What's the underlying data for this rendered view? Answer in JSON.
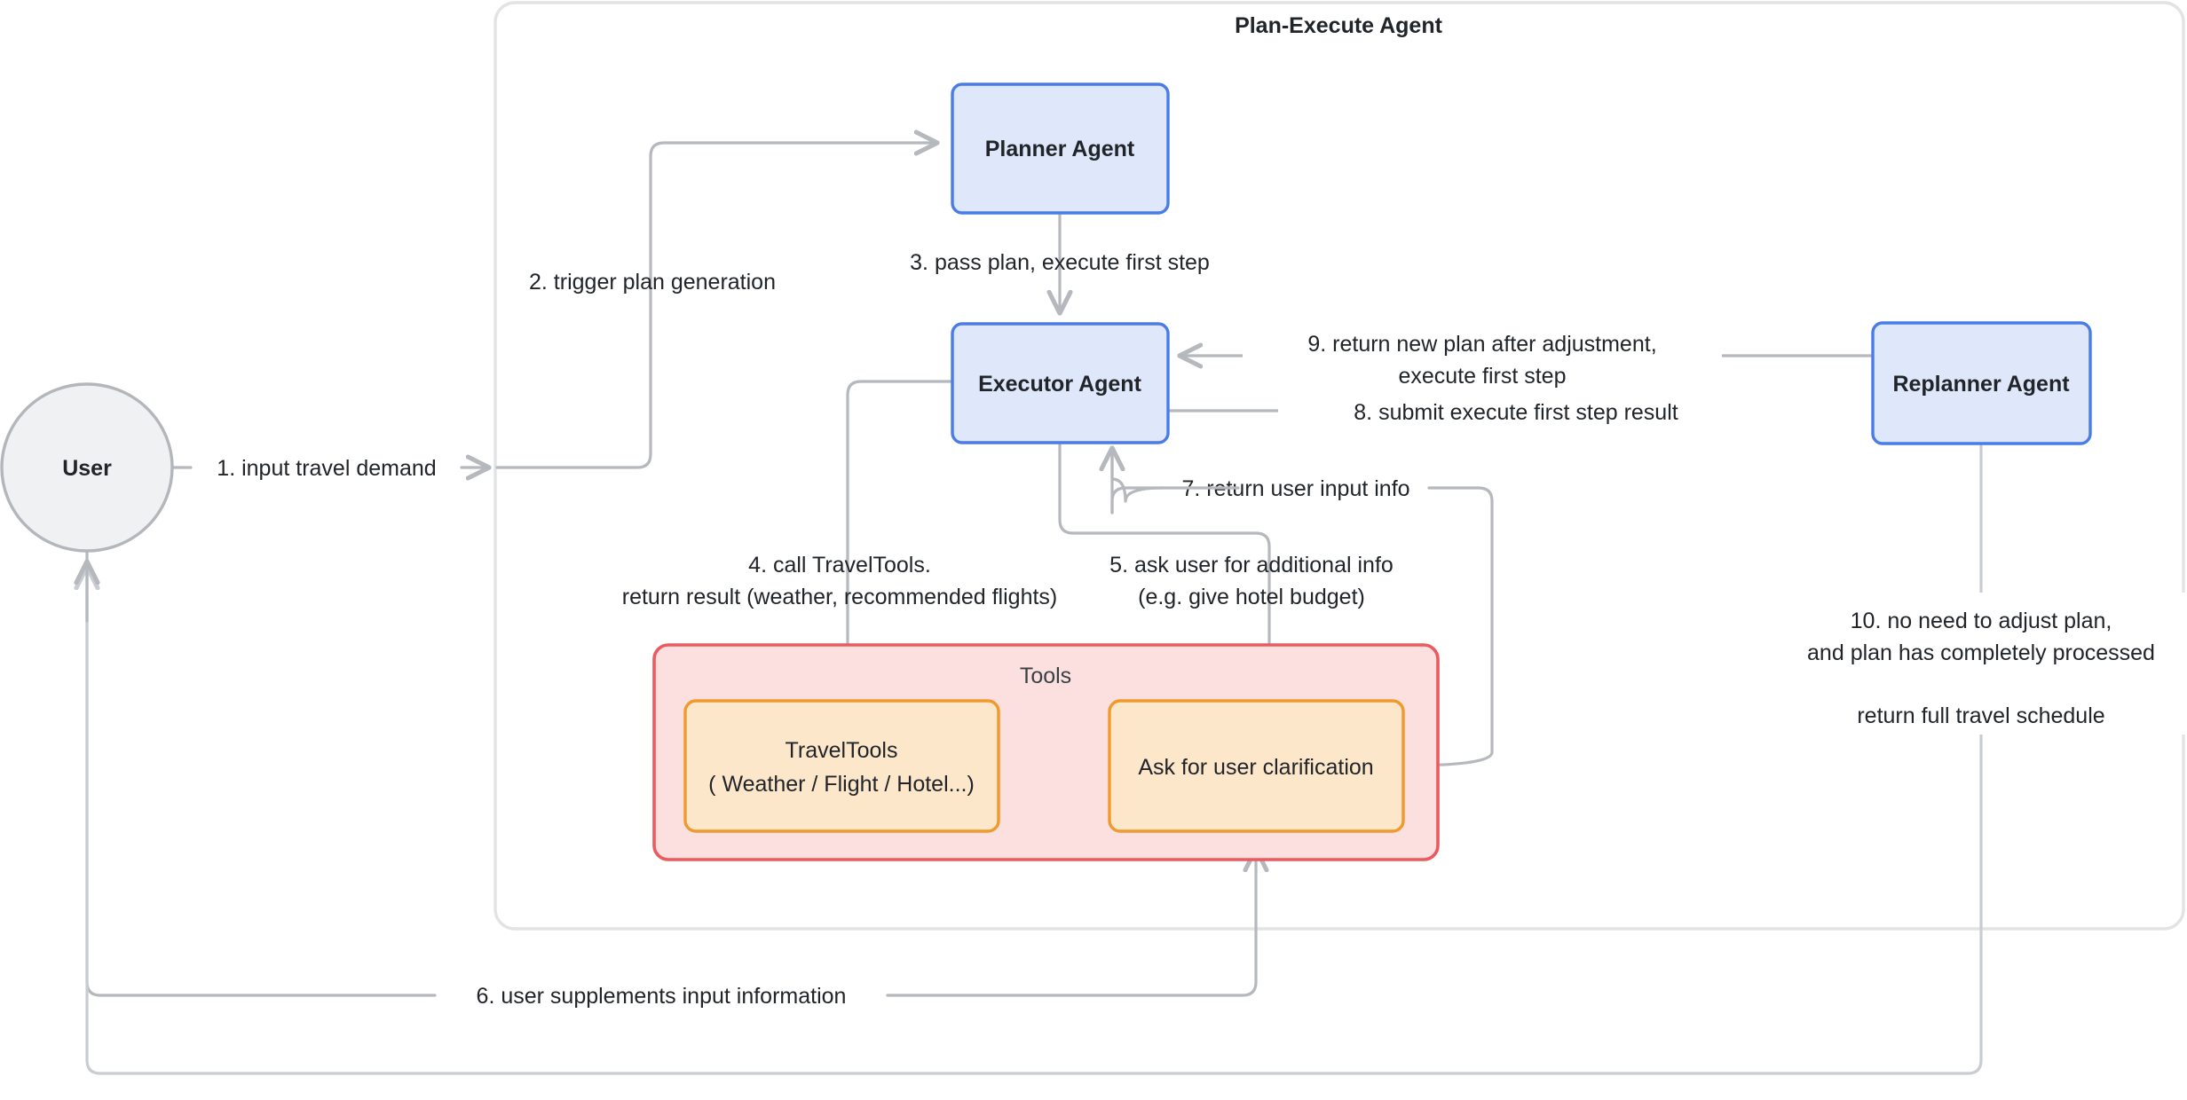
{
  "diagram": {
    "type": "flowchart",
    "title": "Plan-Execute Agent",
    "background": "#ffffff",
    "colors": {
      "agent_fill": "#dfe7fb",
      "agent_stroke": "#4a7ce8",
      "user_fill": "#f0f1f2",
      "user_stroke": "#b3b6ba",
      "tools_group_fill": "#fcdfdf",
      "tools_group_stroke": "#ea5a5e",
      "tool_fill": "#fde7ca",
      "tool_stroke": "#f09a2d",
      "group_outer_stroke": "#e2e3e5",
      "edge_stroke": "#b5b8bd",
      "text": "#212529"
    }
  },
  "nodes": {
    "user": {
      "label": "User",
      "shape": "ellipse"
    },
    "planner": {
      "label": "Planner Agent",
      "shape": "rounded-rect"
    },
    "executor": {
      "label": "Executor Agent",
      "shape": "rounded-rect"
    },
    "replanner": {
      "label": "Replanner Agent",
      "shape": "rounded-rect"
    },
    "tools_group": {
      "label": "Tools",
      "shape": "rounded-rect-container"
    },
    "travel_tools": {
      "label_line1": "TravelTools",
      "label_line2": "( Weather / Flight / Hotel...)"
    },
    "ask_clarification": {
      "label": "Ask for user clarification"
    }
  },
  "edges": {
    "e1": {
      "label": "1. input travel demand",
      "from": "user",
      "to": "plan-execute-agent"
    },
    "e2": {
      "label": "2. trigger plan generation",
      "from": "user",
      "to": "planner"
    },
    "e3": {
      "label": "3. pass plan, execute first step",
      "from": "planner",
      "to": "executor"
    },
    "e4": {
      "label_line1": "4. call TravelTools.",
      "label_line2": "return result (weather, recommended flights)",
      "from": "executor",
      "to": "travel_tools"
    },
    "e5": {
      "label_line1": "5. ask user for additional info",
      "label_line2": "(e.g. give hotel budget)",
      "from": "executor",
      "to": "ask_clarification"
    },
    "e6": {
      "label": "6. user supplements input information",
      "from": "user",
      "to": "ask_clarification"
    },
    "e7": {
      "label": "7. return user input info",
      "from": "ask_clarification",
      "to": "executor"
    },
    "e8": {
      "label": "8. submit execute first step result",
      "from": "executor",
      "to": "replanner"
    },
    "e9": {
      "label_line1": "9. return new plan after adjustment,",
      "label_line2": "execute first step",
      "from": "replanner",
      "to": "executor"
    },
    "e10": {
      "label_line1": "10. no need to adjust plan,",
      "label_line2": "and plan has completely processed",
      "label_line3": "return full travel schedule",
      "from": "replanner",
      "to": "user"
    }
  }
}
